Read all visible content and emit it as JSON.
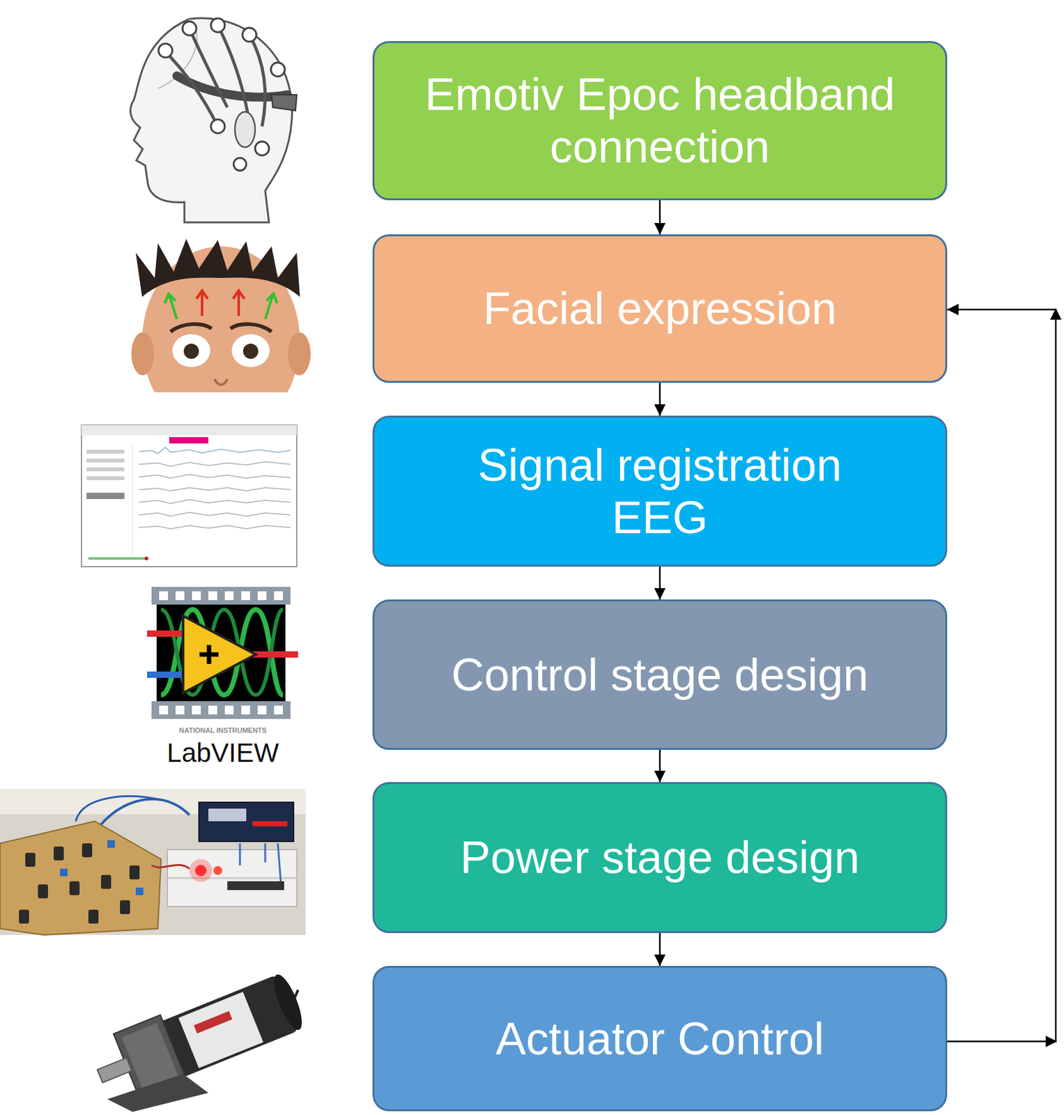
{
  "diagram": {
    "nodes": [
      {
        "text": [
          "Emotiv Epoc headband connection"
        ]
      },
      {
        "text": [
          "Facial expression"
        ]
      },
      {
        "text": [
          "Signal registration EEG"
        ]
      },
      {
        "text": [
          "Control stage design"
        ]
      },
      {
        "text": [
          "Power stage design"
        ]
      },
      {
        "text": [
          "Actuator Control"
        ]
      }
    ],
    "edges": [
      {
        "from": 0,
        "to": 1,
        "arrow": "to"
      },
      {
        "from": 1,
        "to": 2,
        "arrow": "to"
      },
      {
        "from": 2,
        "to": 3,
        "arrow": "to"
      },
      {
        "from": 3,
        "to": 4,
        "arrow": "to"
      },
      {
        "from": 4,
        "to": 5,
        "arrow": "to"
      },
      {
        "from": 5,
        "to": 1,
        "arrow": "to"
      }
    ],
    "labels": [
      "NATIONAL INSTRUMENTS",
      "LabVIEW"
    ]
  }
}
